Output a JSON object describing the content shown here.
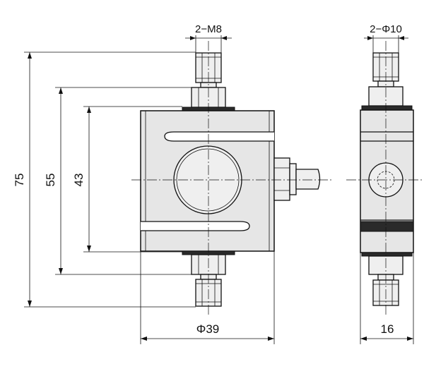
{
  "dimensions": {
    "thread_front": "2−M8",
    "thread_side": "2−Φ10",
    "height_75": "75",
    "height_55": "55",
    "height_43": "43",
    "width_front": "Φ39",
    "width_side": "16"
  }
}
